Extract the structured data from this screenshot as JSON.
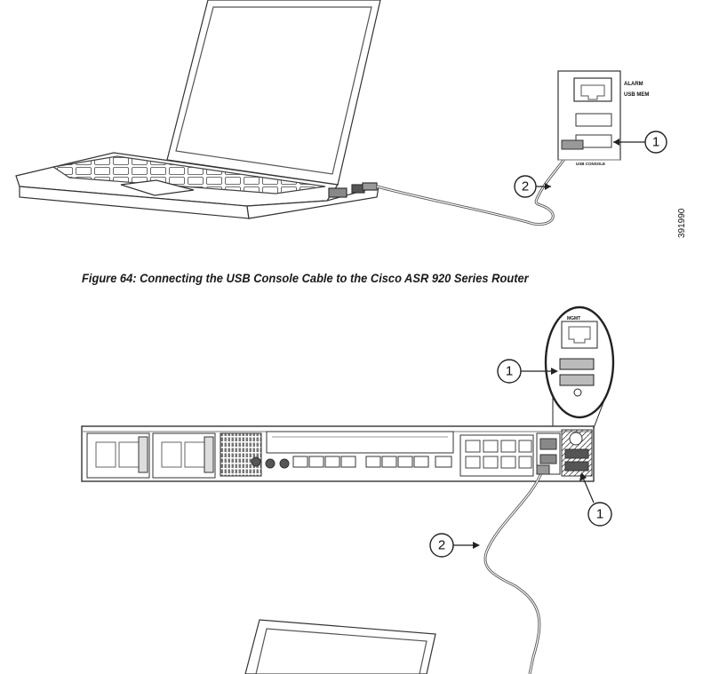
{
  "figure_top": {
    "callout_1": "1",
    "callout_2": "2",
    "panel_labels": [
      "ALARM",
      "USB MEM",
      "USB CONSOLE"
    ],
    "figure_number": "391990"
  },
  "caption": "Figure 64: Connecting the USB Console Cable to the Cisco ASR 920 Series Router",
  "figure_bottom": {
    "callout_1_upper": "1",
    "callout_1_lower": "1",
    "callout_2": "2",
    "inset_label": "MGMT"
  }
}
